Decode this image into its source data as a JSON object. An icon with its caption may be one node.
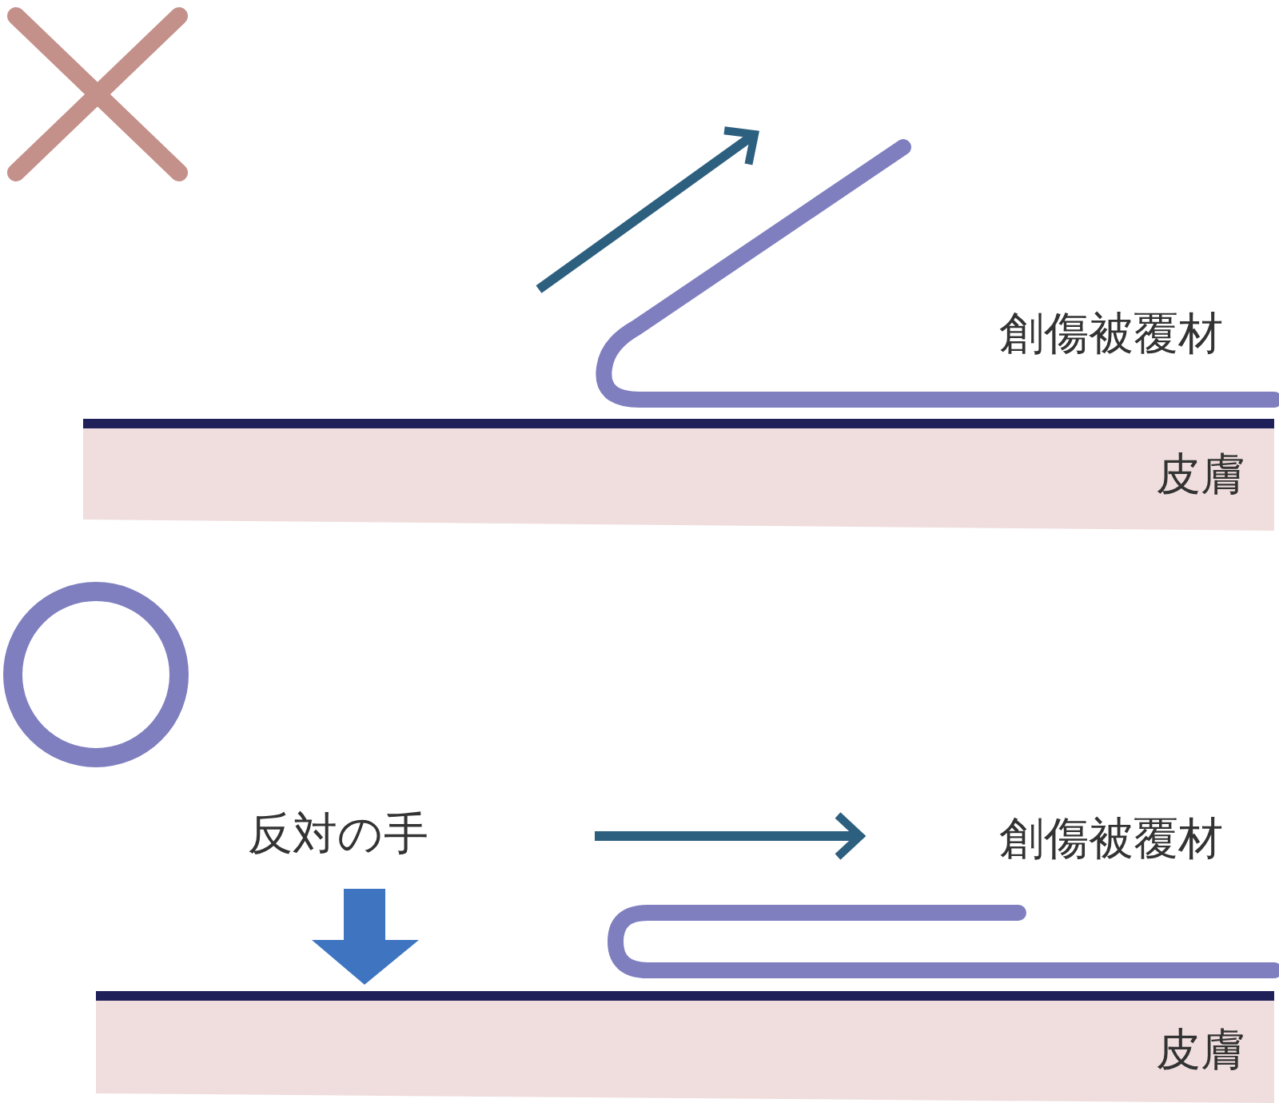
{
  "diagram": {
    "labels": [
      "創傷被覆材",
      "皮膚",
      "反対の手",
      "創傷被覆材",
      "皮膚"
    ]
  }
}
